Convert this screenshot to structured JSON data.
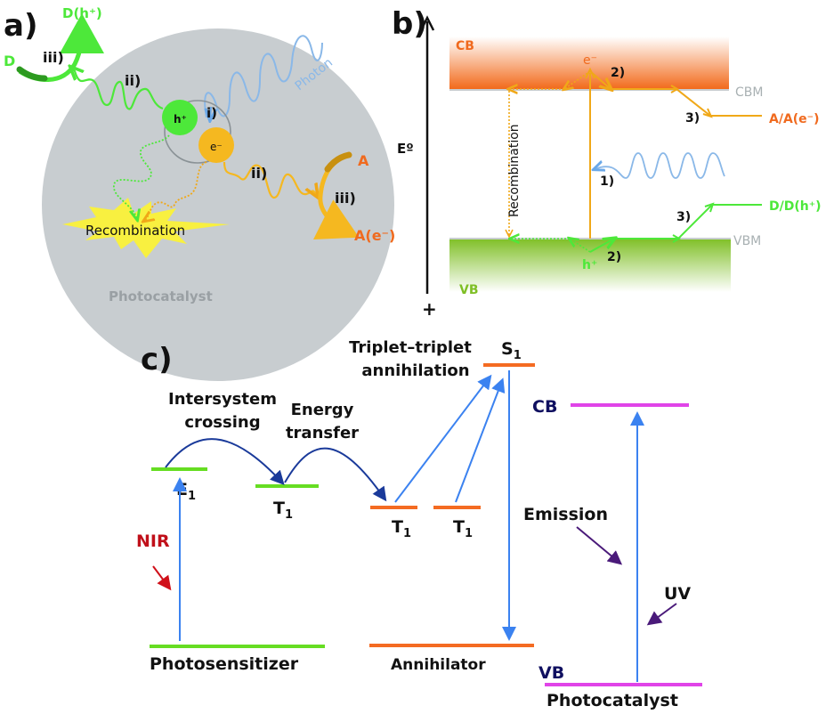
{
  "panels": {
    "a": {
      "label": "a)",
      "particle_label": "Photocatalyst",
      "photon_label": "Photon",
      "hole_label": "h⁺",
      "electron_label": "e⁻",
      "step_i": "i)",
      "step_ii_hole": "ii)",
      "step_ii_electron": "ii)",
      "step_iii_donor": "iii)",
      "step_iii_acceptor": "iii)",
      "donor_label": "D",
      "donor_oxidized_label": "D(h⁺)",
      "acceptor_label": "A",
      "acceptor_reduced_label": "A(e⁻)",
      "recombination_label": "Recombination"
    },
    "b": {
      "label": "b)",
      "energy_axis_label": "Eº",
      "energy_axis_sign": "+",
      "cb_label": "CB",
      "vb_label": "VB",
      "cbm_label": "CBM",
      "vbm_label": "VBM",
      "electron_label": "e⁻",
      "hole_label": "h⁺",
      "step_1": "1)",
      "step_2_cb": "2)",
      "step_2_vb": "2)",
      "step_3_acceptor": "3)",
      "step_3_donor": "3)",
      "acceptor_label": "A/A(e⁻)",
      "donor_label": "D/D(h⁺)",
      "recombination_label": "Recombination"
    },
    "c": {
      "label": "c)",
      "isc_label_line1": "Intersystem",
      "isc_label_line2": "crossing",
      "et_label_line1": "Energy",
      "et_label_line2": "transfer",
      "tta_label_line1": "Triplet–triplet",
      "tta_label_line2": "annihilation",
      "e1_label": "E",
      "e1_sub": "1",
      "t1_label": "T",
      "t1_sub": "1",
      "s1_label": "S",
      "s1_sub": "1",
      "nir_label": "NIR",
      "emission_label": "Emission",
      "uv_label": "UV",
      "cb_label": "CB",
      "vb_label": "VB",
      "photosensitizer_label": "Photosensitizer",
      "annihilator_label": "Annihilator",
      "photocatalyst_label": "Photocatalyst"
    }
  },
  "colors": {
    "green": "#4de83a",
    "orange": "#f0a818",
    "orange_text": "#f06a1e",
    "blue_photon": "#8ab8e8",
    "particle_gray": "#c8cdd0",
    "yellow_burst": "#f8f040",
    "cb_orange": "#f26a1b",
    "vb_green": "#7fbf26",
    "level_green": "#66dd22",
    "level_orange": "#f46b22",
    "level_magenta": "#e044e8",
    "arrow_blue": "#3b82f0",
    "arc_navy": "#1a3a9a",
    "nir_red": "#c0101a",
    "label_navy": "#101060",
    "cbm_gray": "#a8b0b2"
  }
}
